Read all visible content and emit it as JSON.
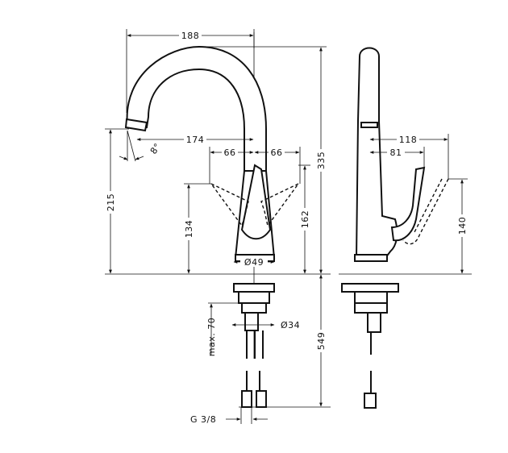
{
  "colors": {
    "line": "#111111",
    "background": "#ffffff"
  },
  "front": {
    "width_188": "188",
    "reach_174": "174",
    "swing_left_66": "66",
    "swing_right_66": "66",
    "angle": "8°",
    "height_215": "215",
    "height_134": "134",
    "height_162": "162",
    "total_335": "335",
    "base_diameter": "Ø49",
    "shank_diameter": "Ø34",
    "max_70": "max. 70",
    "below_549": "549",
    "thread": "G 3/8"
  },
  "side": {
    "reach_118": "118",
    "reach_81": "81",
    "height_140": "140"
  }
}
